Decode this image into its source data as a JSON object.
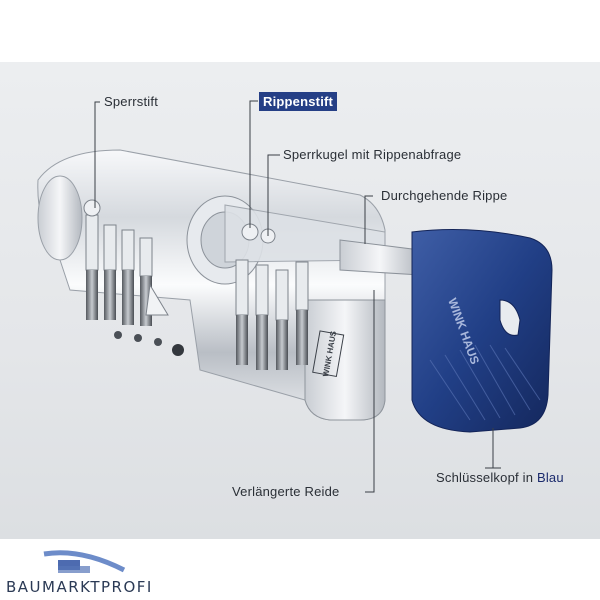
{
  "labels": {
    "sperrstift": "Sperrstift",
    "rippenstift": "Rippenstift",
    "sperrkugel": "Sperrkugel mit Rippenabfrage",
    "durchgehende_rippe": "Durchgehende Rippe",
    "verlaengerte_reide": "Verlängerte Reide",
    "schluesselkopf_prefix": "Schlüsselkopf in",
    "schluesselkopf_color": "Blau"
  },
  "brand": {
    "cylinder_stamp": "WINK HAUS",
    "key_stamp": "WINK HAUS",
    "watermark": "BAUMARKTPROFI"
  },
  "colors": {
    "highlight_bg": "#253f86",
    "key_blue": "#1f3a7a",
    "leader_line": "#3a3f46"
  }
}
